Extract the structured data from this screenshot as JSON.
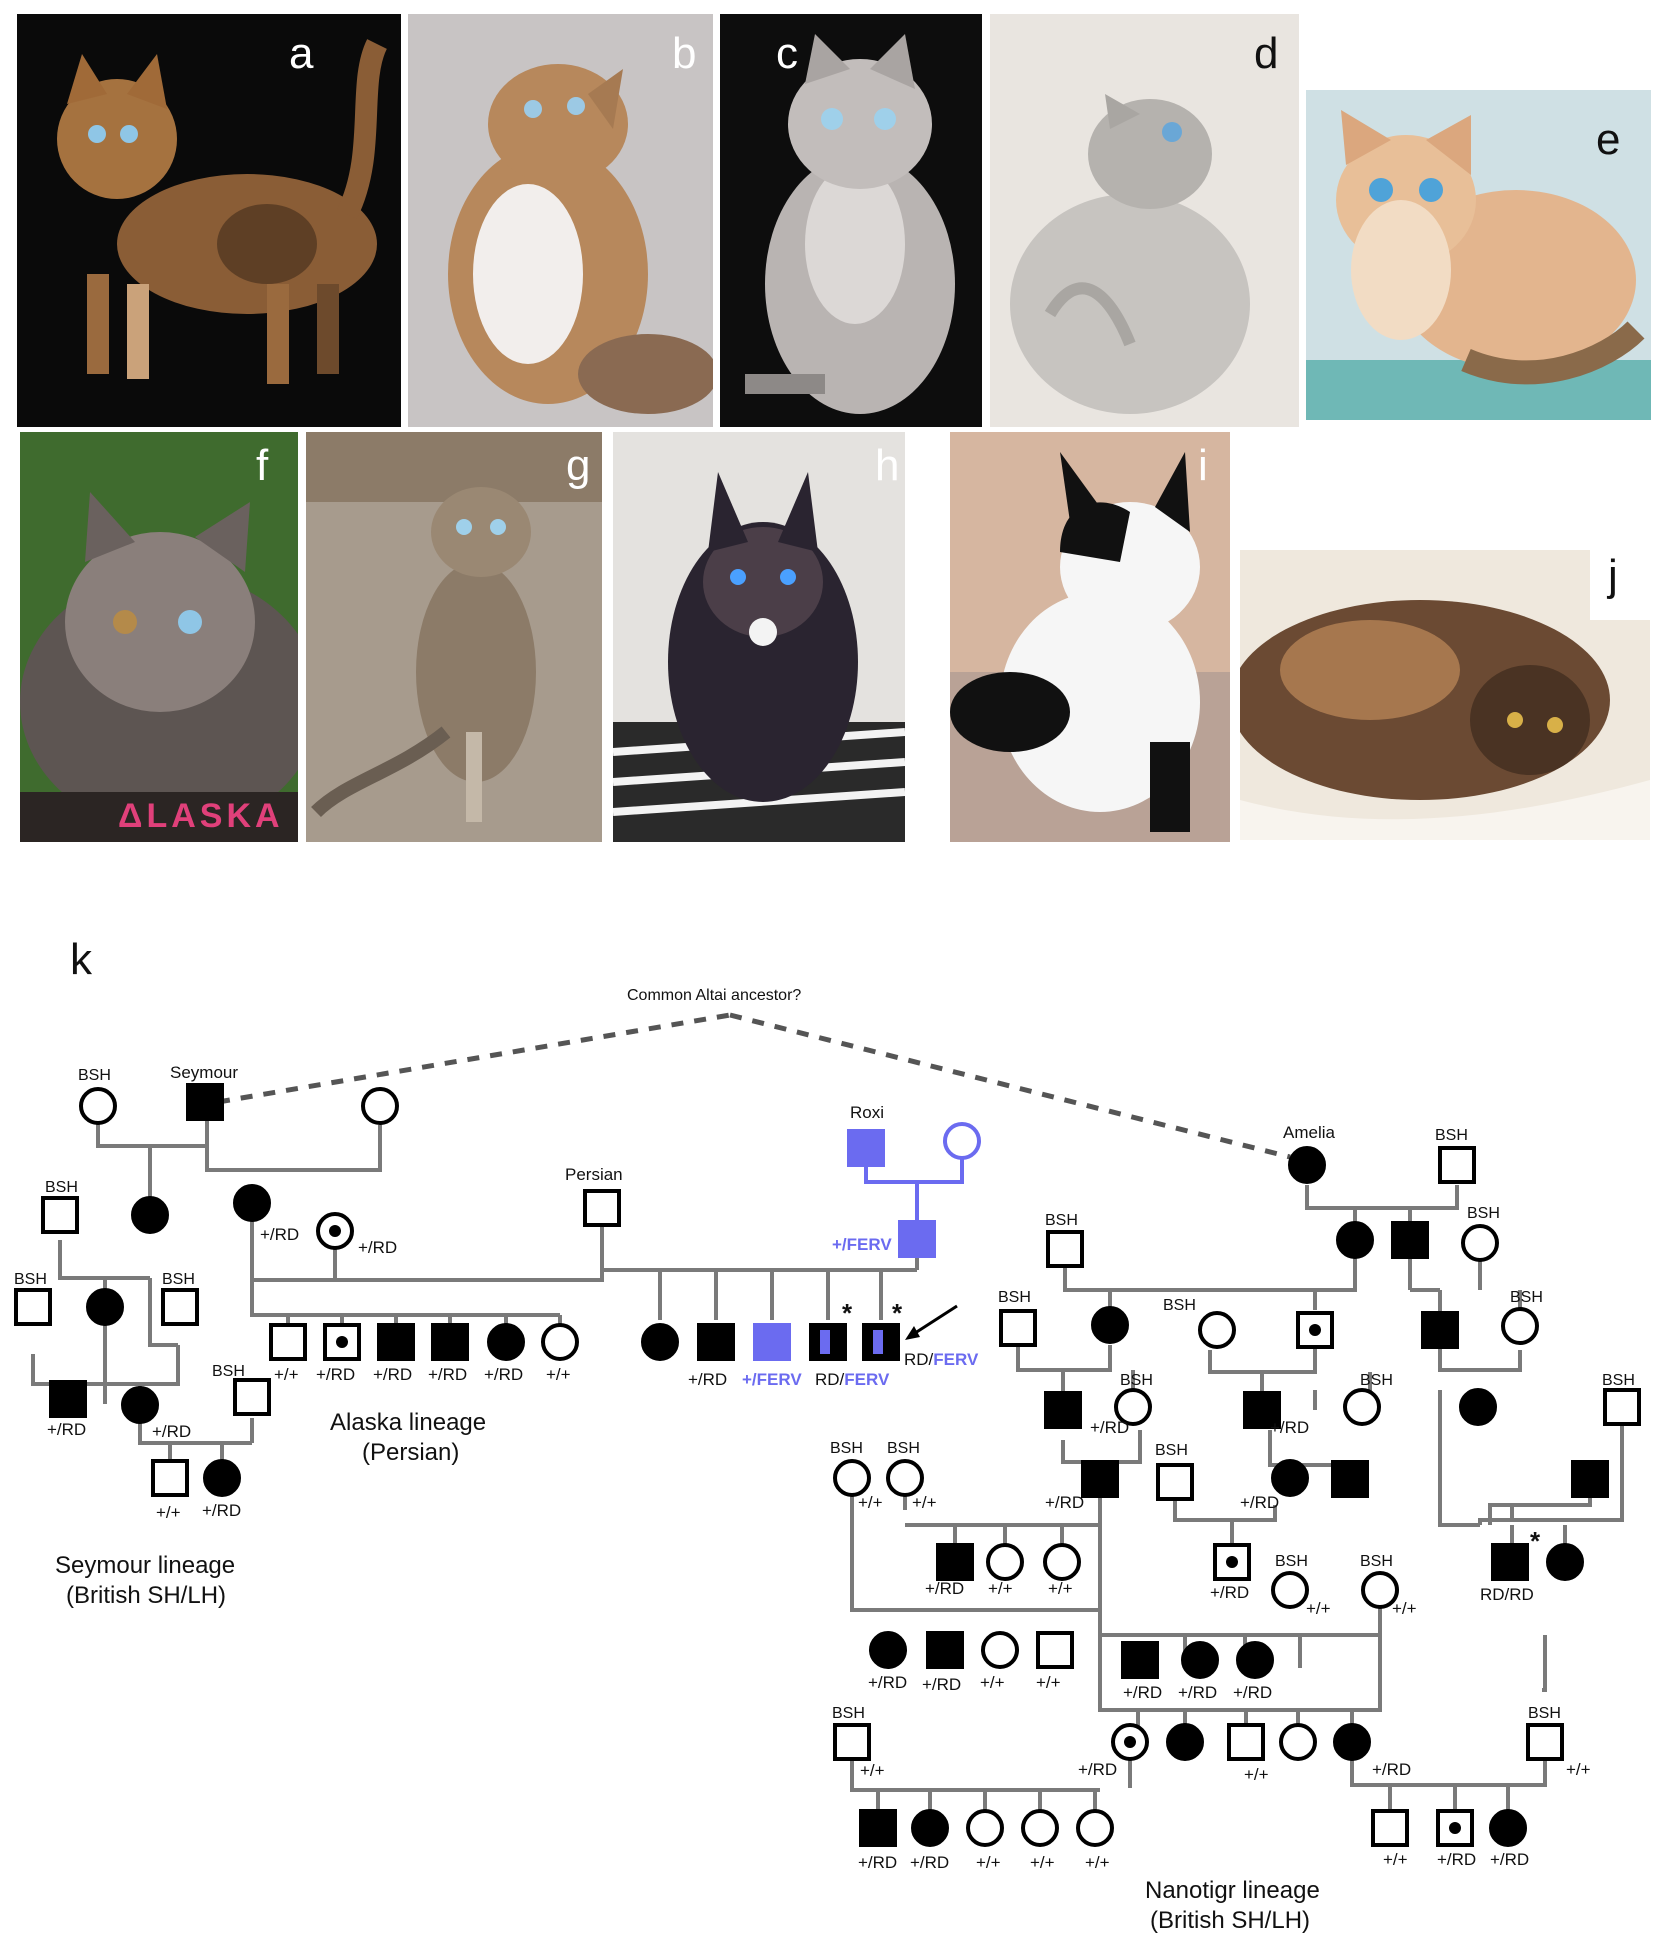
{
  "panels": {
    "a": {
      "label": "a",
      "colors": [
        "#0a0a0a",
        "#9a6a3e",
        "#6d4a2c",
        "#caa27a"
      ]
    },
    "b": {
      "label": "b",
      "colors": [
        "#c8c4c4",
        "#b7885c",
        "#f2eeec",
        "#8a6a52"
      ]
    },
    "c": {
      "label": "c",
      "colors": [
        "#0d0d0d",
        "#b9b4b2",
        "#dcd8d6",
        "#8d8987"
      ]
    },
    "d": {
      "label": "d",
      "colors": [
        "#e9e5e0",
        "#c7c4c0",
        "#a9a6a2",
        "#f3efea"
      ]
    },
    "e": {
      "label": "e",
      "colors": [
        "#cfe0e4",
        "#e3b58e",
        "#f2dcc4",
        "#6fb8b6"
      ]
    },
    "f": {
      "label": "f",
      "colors": [
        "#3f6b2e",
        "#5d5552",
        "#8a7f7b",
        "#2b2523"
      ],
      "watermark": "ΔLASKA"
    },
    "g": {
      "label": "g",
      "colors": [
        "#a79b8d",
        "#8c7b68",
        "#c4b8a8",
        "#6a5e52"
      ]
    },
    "h": {
      "label": "h",
      "colors": [
        "#e4e2df",
        "#2a2430",
        "#4b3e48",
        "#f3f3f3"
      ]
    },
    "i": {
      "label": "i",
      "colors": [
        "#d6b6a0",
        "#111111",
        "#f6f6f6",
        "#b9a296"
      ]
    },
    "j": {
      "label": "j",
      "colors": [
        "#efe8dd",
        "#6b4a33",
        "#a6774e",
        "#f8f4ee"
      ]
    }
  },
  "pedigree": {
    "panel_label": "k",
    "top_caption": "Common Altai ancestor?",
    "colors": {
      "affected": "#000000",
      "unaffected": "#ffffff",
      "ferv": "#6b6bf0",
      "line": "#7a7a7a"
    },
    "names": {
      "seymour": "Seymour",
      "persian": "Persian",
      "roxi": "Roxi",
      "amelia": "Amelia"
    },
    "tags": {
      "bsh": "BSH"
    },
    "genotypes": {
      "het": "+/RD",
      "wild": "+/+",
      "hom": "RD/RD",
      "het_ferv": "+/FERV",
      "rd_part": "RD/",
      "ferv_part": "FERV"
    },
    "marker": "*",
    "lineages": {
      "seymour": [
        "Seymour lineage",
        "(British SH/LH)"
      ],
      "alaska": [
        "Alaska lineage",
        "(Persian)"
      ],
      "nanotigr": [
        "Nanotigr lineage",
        "(British SH/LH)"
      ]
    }
  }
}
